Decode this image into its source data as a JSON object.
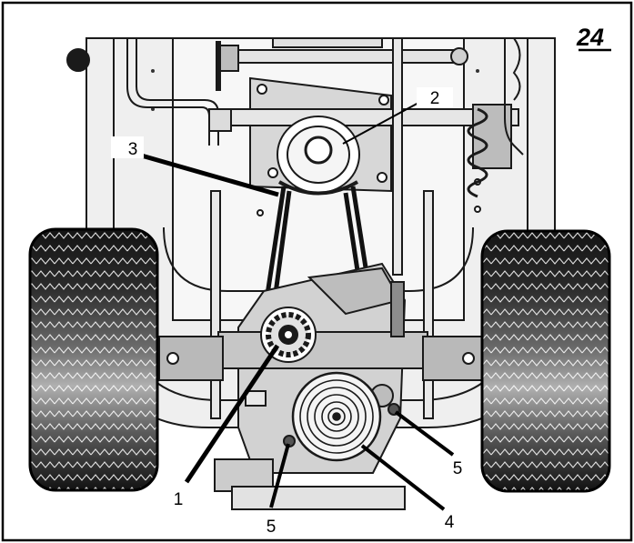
{
  "figure": {
    "number": "24",
    "callouts": [
      {
        "id": "c2",
        "label": "2"
      },
      {
        "id": "c3",
        "label": "3"
      },
      {
        "id": "c1",
        "label": "1"
      },
      {
        "id": "c4",
        "label": "4"
      },
      {
        "id": "c5a",
        "label": "5"
      },
      {
        "id": "c5b",
        "label": "5"
      }
    ]
  },
  "colors": {
    "border": "#000000",
    "outline": "#1a1a1a",
    "fill_light": "#f2f2f2",
    "fill_mid": "#d4d4d4",
    "fill_dark": "#9a9a9a",
    "tire_dark": "#1c1c1c",
    "tire_mid": "#6e6e6e",
    "tire_light": "#b4b4b4"
  }
}
